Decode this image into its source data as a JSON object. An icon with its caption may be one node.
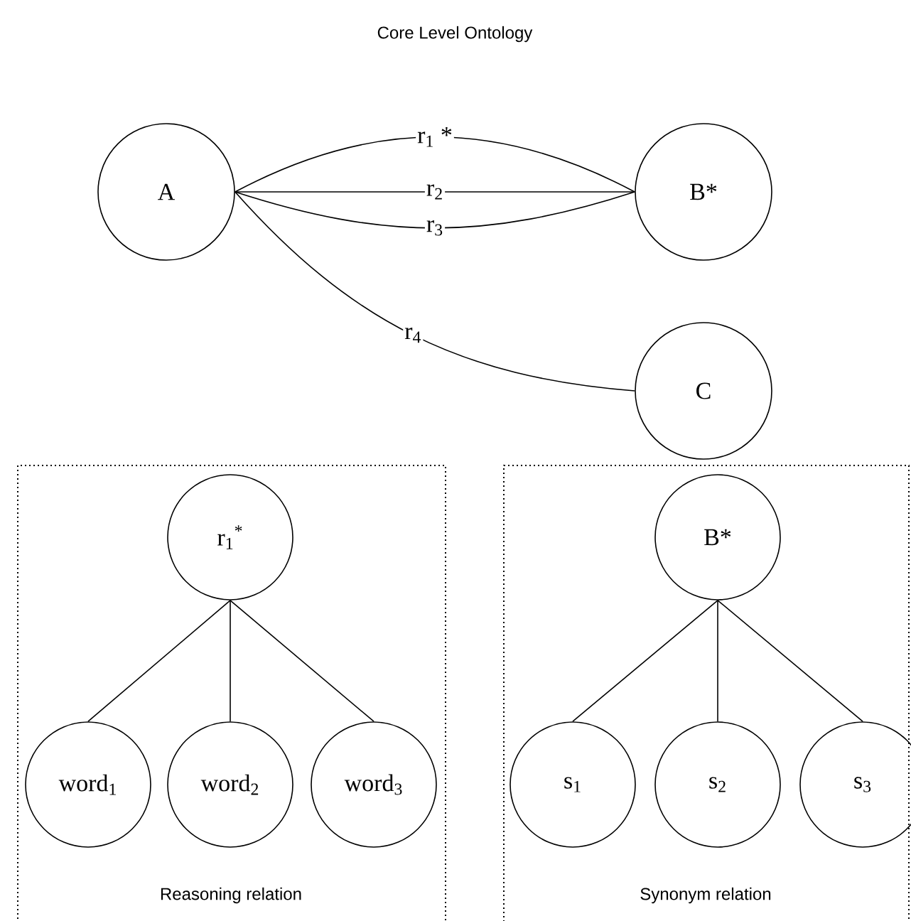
{
  "diagram": {
    "title": "Core Level Ontology",
    "nodes": [
      {
        "text": [
          "A"
        ]
      },
      {
        "text": [
          "B*"
        ]
      },
      {
        "text": [
          "C"
        ]
      },
      {
        "text": [
          "Reasoning relation"
        ]
      },
      {
        "text": [
          "r$_{1}$$^{*}$"
        ],
        "in": 3
      },
      {
        "text": [
          "word$_{1}$"
        ],
        "in": 3
      },
      {
        "text": [
          "word$_{2}$"
        ],
        "in": 3
      },
      {
        "text": [
          "word$_{3}$"
        ],
        "in": 3
      },
      {
        "text": [
          "Synonym relation"
        ]
      },
      {
        "text": [
          "B*"
        ],
        "in": 8
      },
      {
        "text": [
          "s$_{1}$"
        ],
        "in": 8
      },
      {
        "text": [
          "s$_{2}$"
        ],
        "in": 8
      },
      {
        "text": [
          "s$_{3}$"
        ],
        "in": 8
      }
    ],
    "edges": [
      {
        "from": 0,
        "to": 1,
        "arrow": "none",
        "label": "r$_{1}$ *"
      },
      {
        "from": 0,
        "to": 1,
        "arrow": "none",
        "label": "r$_{2}$"
      },
      {
        "from": 0,
        "to": 1,
        "arrow": "none",
        "label": "r$_{3}$"
      },
      {
        "from": 0,
        "to": 2,
        "arrow": "none",
        "label": "r$_{4}$"
      },
      {
        "from": 4,
        "to": 5,
        "arrow": "none"
      },
      {
        "from": 4,
        "to": 6,
        "arrow": "none"
      },
      {
        "from": 4,
        "to": 7,
        "arrow": "none"
      },
      {
        "from": 9,
        "to": 10,
        "arrow": "none"
      },
      {
        "from": 9,
        "to": 11,
        "arrow": "none"
      },
      {
        "from": 9,
        "to": 12,
        "arrow": "none"
      }
    ]
  }
}
